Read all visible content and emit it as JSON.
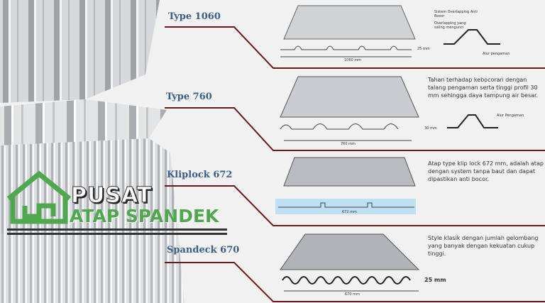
{
  "types": [
    {
      "name": "Type 1060",
      "width_dim": "1060 mm",
      "height_dim": "25 mm"
    },
    {
      "name": "Type 760",
      "width_dim": "760 mm",
      "height_dim": "30 mm"
    },
    {
      "name": "Kliplock 672",
      "width_dim": "672 mm"
    },
    {
      "name": "Spandeck 670",
      "width_dim": "670 mm",
      "height_dim": "25 mm"
    }
  ],
  "annotations": {
    "t1060_system": "Sistem Overlapping Anti Bocor",
    "t1060_overlap": "Overlapping yang saling mengunci",
    "t1060_groove": "Alur pengaman",
    "t760_groove": "Alur Pengaman"
  },
  "descriptions": {
    "t760": "Tahan terhadap kebocoran dengan talang pengaman serta tinggi profil 30 mm sehingga daya tampung air besar.",
    "kliplock": "Atap type klip lock 672 mm, adalah atap dengan system tanpa baut dan dapat dipastikan anti bocor.",
    "spandeck": "Style klasik dengan jumlah gelombang yang banyak dengan kekuatan cukup tinggi."
  },
  "logo": {
    "line1": "PUSAT",
    "line2": "ATAP SPANDEK",
    "color": "#4fa84d"
  },
  "colors": {
    "label": "#3a5e86",
    "divider": "#6b1a1a",
    "kliplock_bg": "#bfe0f2"
  }
}
